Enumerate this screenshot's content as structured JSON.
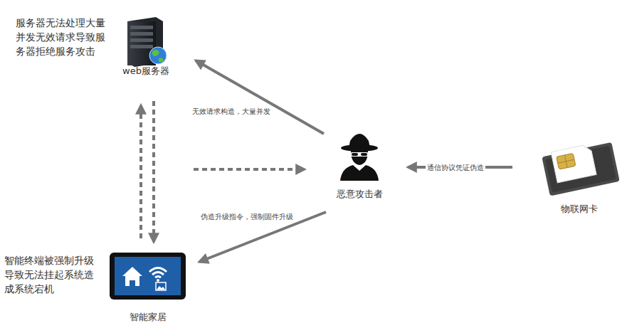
{
  "diagram": {
    "nodes": [
      {
        "text": [
          "web服务器"
        ]
      },
      {
        "text": [
          "恶意攻击者"
        ]
      },
      {
        "text": [
          "物联网卡"
        ]
      },
      {
        "text": [
          "智能家居"
        ]
      }
    ],
    "edges": [
      {
        "from": 1,
        "to": 0,
        "label": "无效请求构造，大量并发",
        "arrow": "to"
      },
      {
        "from": 1,
        "to": 3,
        "label": "伪造升级指令，强制固件升级",
        "arrow": "to"
      },
      {
        "from": 2,
        "to": 1,
        "label": "通信协议凭证伪造",
        "arrow": "to"
      },
      {
        "from": 3,
        "to": 0,
        "arrow": "to"
      },
      {
        "from": 0,
        "to": 3,
        "arrow": "to"
      }
    ],
    "labels": [
      "服务器无法处理大量并发无效请求导致服务器拒绝服务攻击",
      "智能终端被强制升级导致无法挂起系统造成系统宕机"
    ]
  }
}
